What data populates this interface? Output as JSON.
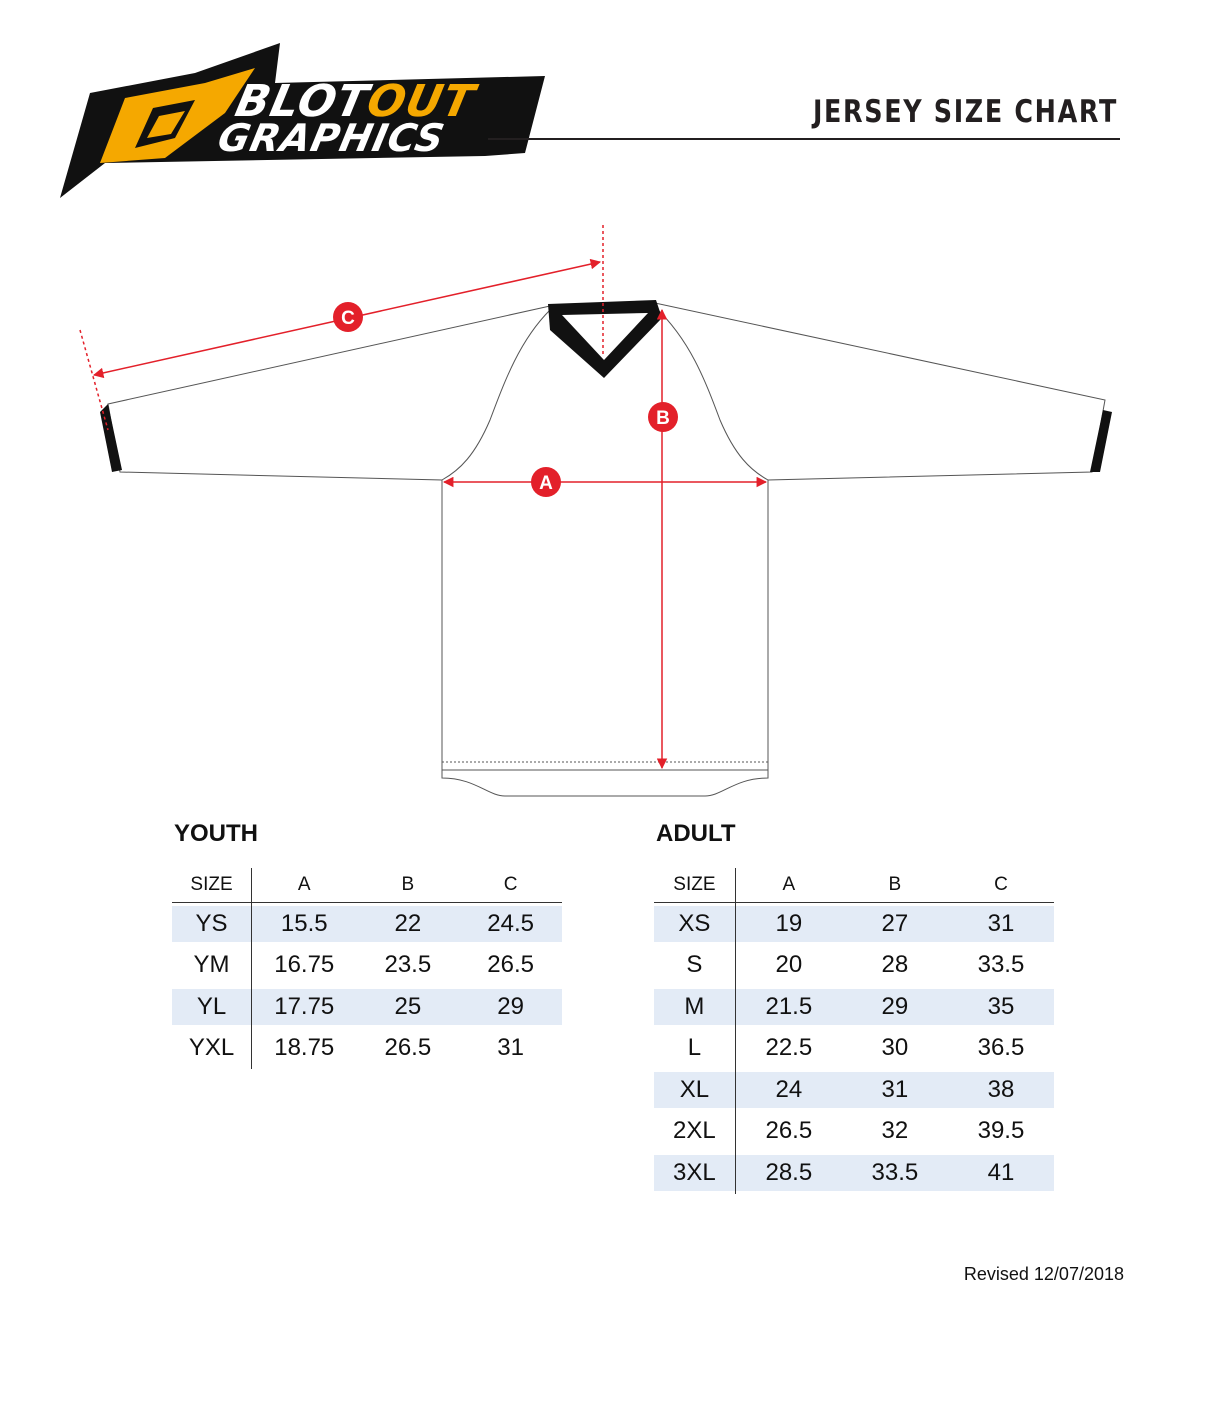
{
  "logo": {
    "line1_black": "BLOT",
    "line1_orange": "OUT",
    "line2": "GRAPHICS",
    "accent_color": "#f5a800"
  },
  "header": {
    "title": "JERSEY SIZE CHART"
  },
  "diagram": {
    "marker_a": "A",
    "marker_b": "B",
    "marker_c": "C",
    "marker_color": "#e3202a"
  },
  "youth": {
    "title": "YOUTH",
    "headers": [
      "SIZE",
      "A",
      "B",
      "C"
    ],
    "rows": [
      [
        "YS",
        "15.5",
        "22",
        "24.5"
      ],
      [
        "YM",
        "16.75",
        "23.5",
        "26.5"
      ],
      [
        "YL",
        "17.75",
        "25",
        "29"
      ],
      [
        "YXL",
        "18.75",
        "26.5",
        "31"
      ]
    ]
  },
  "adult": {
    "title": "ADULT",
    "headers": [
      "SIZE",
      "A",
      "B",
      "C"
    ],
    "rows": [
      [
        "XS",
        "19",
        "27",
        "31"
      ],
      [
        "S",
        "20",
        "28",
        "33.5"
      ],
      [
        "M",
        "21.5",
        "29",
        "35"
      ],
      [
        "L",
        "22.5",
        "30",
        "36.5"
      ],
      [
        "XL",
        "24",
        "31",
        "38"
      ],
      [
        "2XL",
        "26.5",
        "32",
        "39.5"
      ],
      [
        "3XL",
        "28.5",
        "33.5",
        "41"
      ]
    ]
  },
  "footer": {
    "revised": "Revised 12/07/2018"
  }
}
